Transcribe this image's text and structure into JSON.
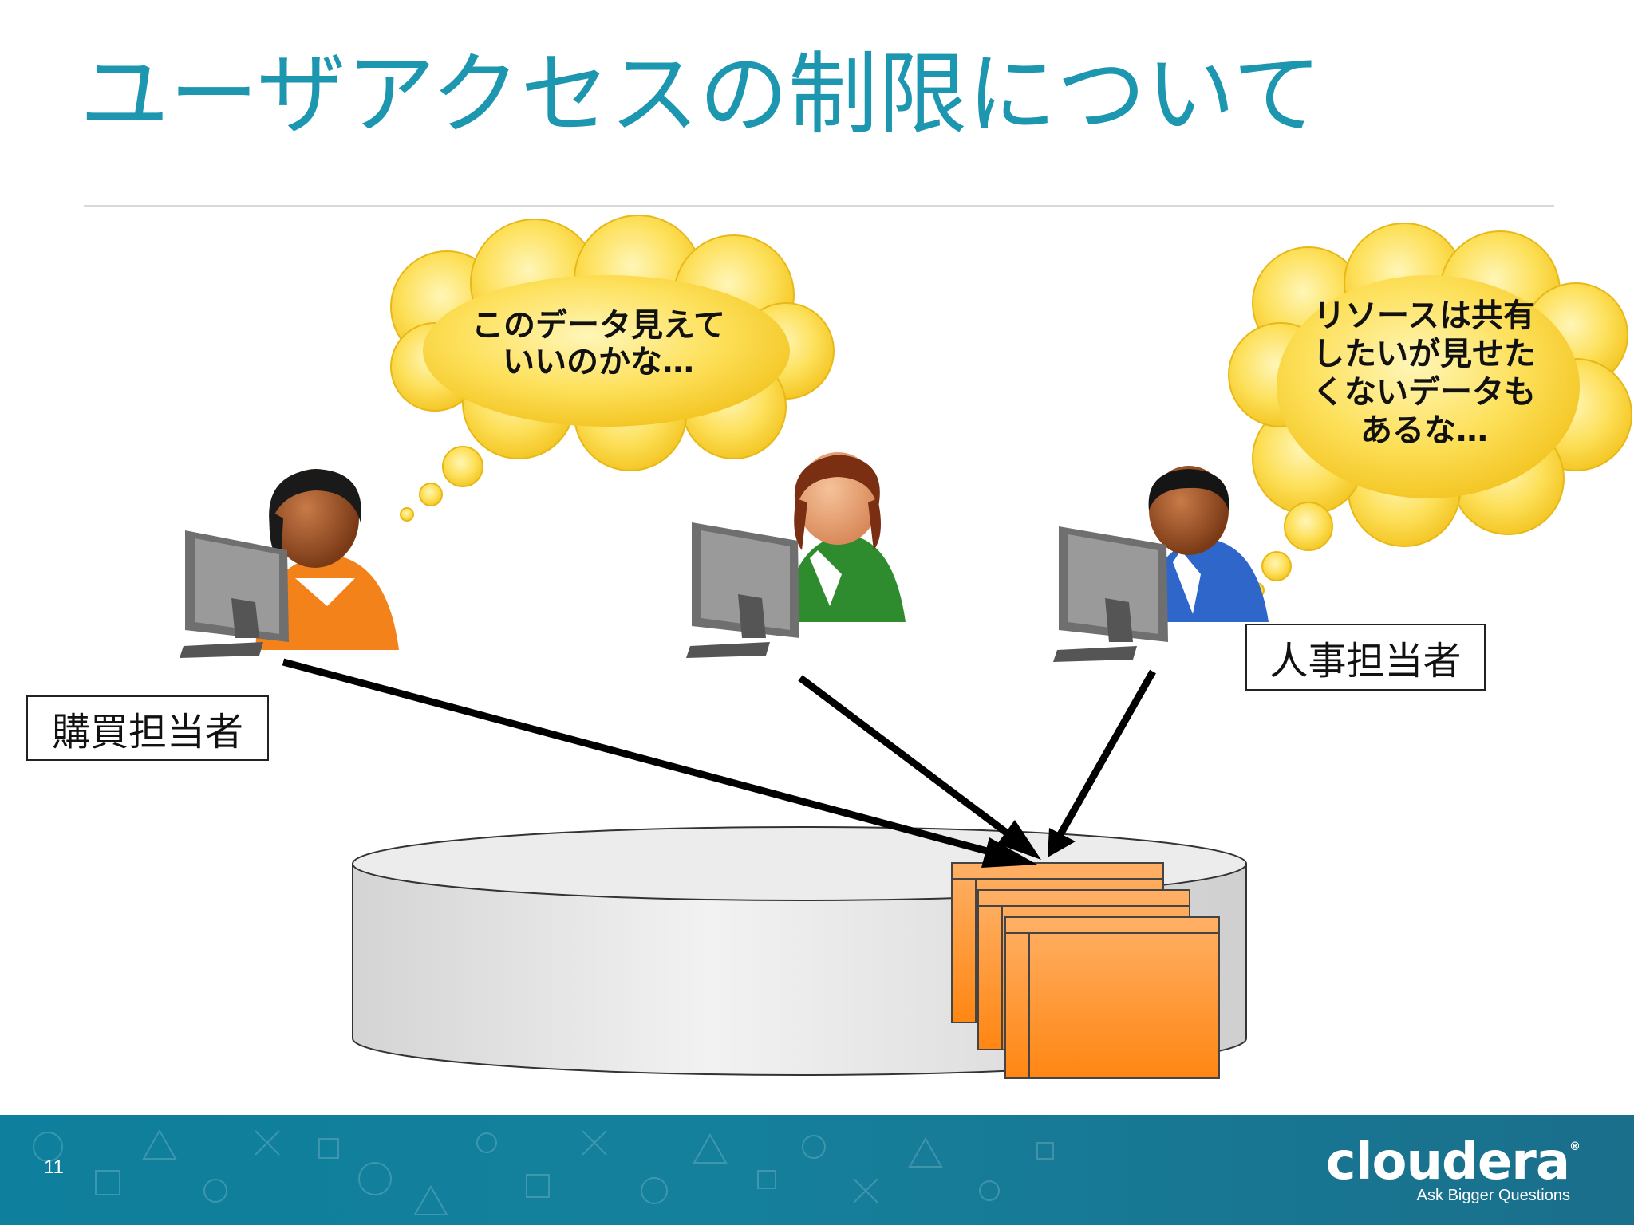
{
  "slide": {
    "title": "ユーザアクセスの制限について",
    "page_number": "11"
  },
  "bubbles": {
    "left": {
      "lines": [
        "このデータ見えて",
        "いいのかな…"
      ]
    },
    "right": {
      "lines": [
        "リソースは共有",
        "したいが見せた",
        "くないデータも",
        "あるな…"
      ]
    }
  },
  "labels": {
    "purchasing": "購買担当者",
    "hr": "人事担当者"
  },
  "brand": {
    "name": "cloudera",
    "registered": "®",
    "tagline": "Ask Bigger Questions"
  },
  "colors": {
    "title": "#1d96b0",
    "bubble": "#fbd63c",
    "database": "#e2e2e2",
    "doc": "#ff9a3c",
    "footer": "#127f9c"
  }
}
